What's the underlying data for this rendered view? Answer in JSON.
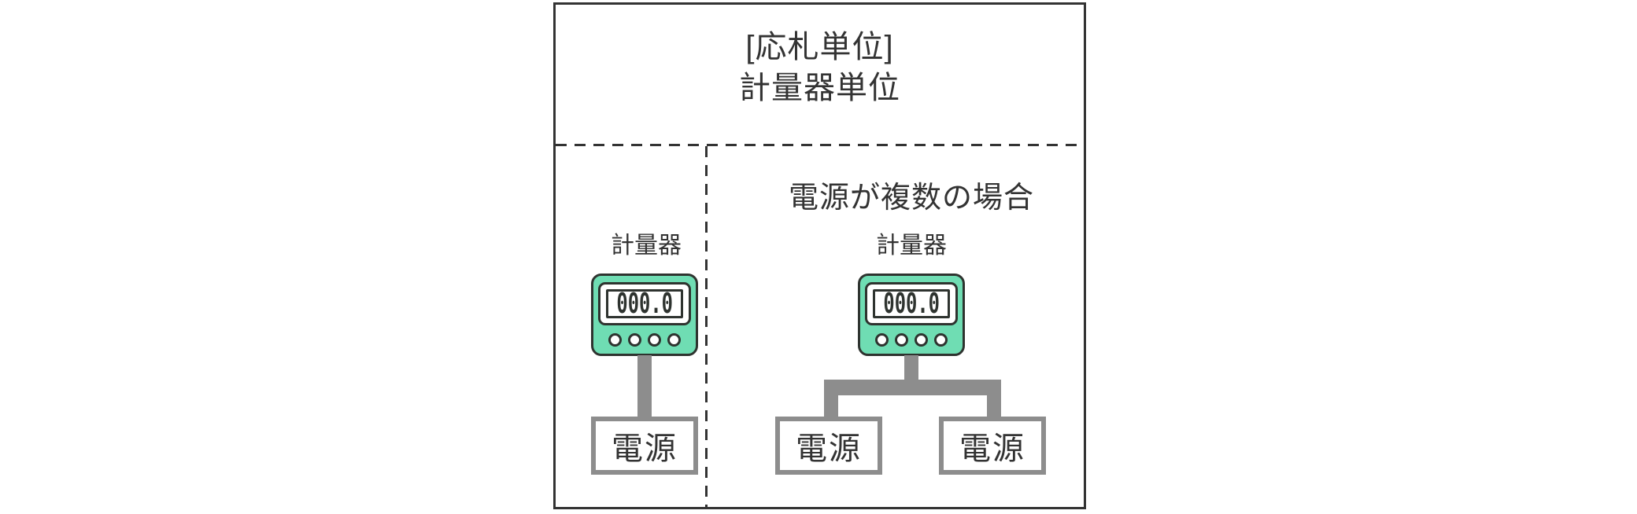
{
  "header": {
    "title_line1": "[応札単位]",
    "title_line2": "計量器単位"
  },
  "left_section": {
    "meter_label": "計量器",
    "power_label": "電源"
  },
  "right_section": {
    "title": "電源が複数の場合",
    "meter_label": "計量器",
    "power_label_1": "電源",
    "power_label_2": "電源"
  },
  "meter": {
    "display_value": "000.0"
  },
  "colors": {
    "meter_body": "#6fddb3",
    "outline": "#2e332f",
    "connector_gray": "#8d8d8d",
    "text": "#333333",
    "background": "#ffffff"
  }
}
